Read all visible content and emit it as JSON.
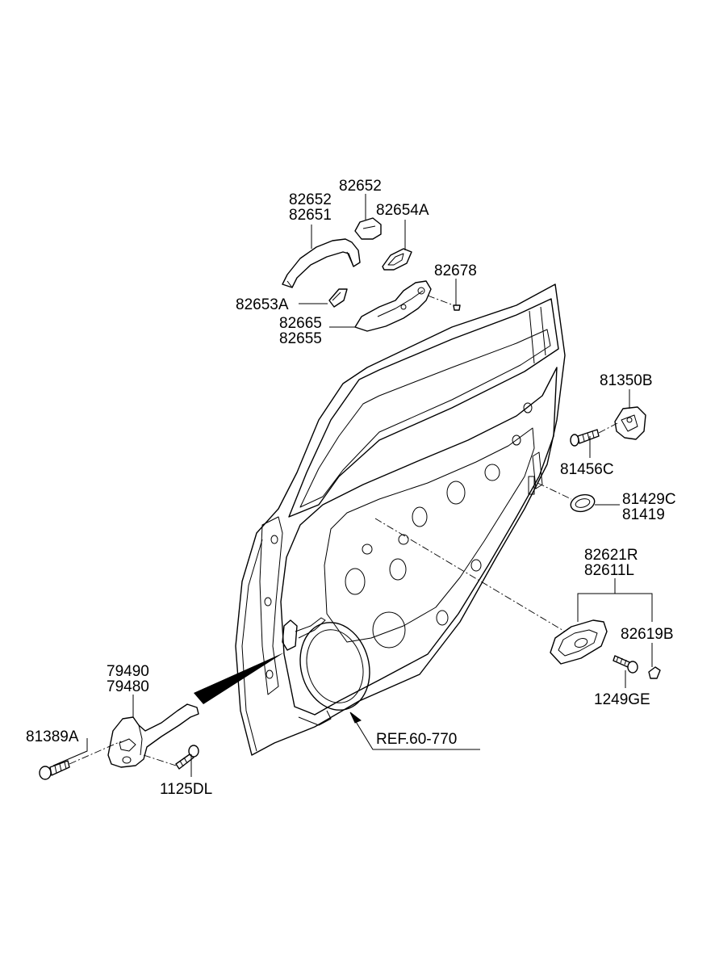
{
  "labels": {
    "l_82652_top": "82652",
    "l_82652": "82652",
    "l_82651": "82651",
    "l_82654a": "82654A",
    "l_82678": "82678",
    "l_82653a": "82653A",
    "l_82665": "82665",
    "l_82655": "82655",
    "l_81350b": "81350B",
    "l_81456c": "81456C",
    "l_81429c": "81429C",
    "l_81419": "81419",
    "l_82621r": "82621R",
    "l_82611l": "82611L",
    "l_82619b": "82619B",
    "l_1249ge": "1249GE",
    "l_79490": "79490",
    "l_79480": "79480",
    "l_81389a": "81389A",
    "l_1125dl": "1125DL",
    "l_ref": "REF.60-770"
  }
}
